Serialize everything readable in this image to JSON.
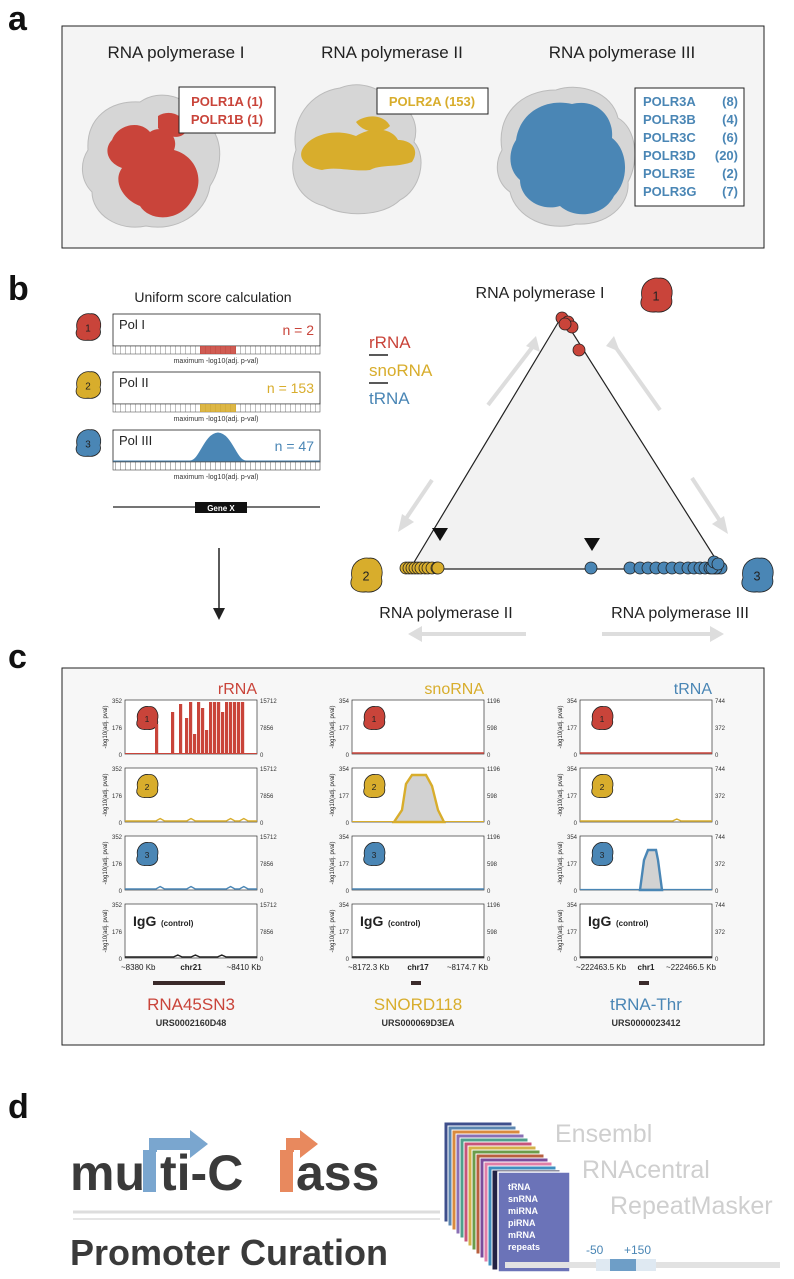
{
  "panel_labels": {
    "a": "a",
    "b": "b",
    "c": "c",
    "d": "d"
  },
  "colors": {
    "pol1": "#c9443a",
    "pol2": "#d8ad2c",
    "pol3": "#4a86b5",
    "grey": "#d9d9d9",
    "dark": "#222222"
  },
  "panel_a": {
    "pol1_title": "RNA polymerase I",
    "pol2_title": "RNA polymerase II",
    "pol3_title": "RNA polymerase III",
    "pol1_subunits": [
      "POLR1A (1)",
      "POLR1B (1)"
    ],
    "pol2_subunits": [
      "POLR2A (153)"
    ],
    "pol3_subunits": [
      {
        "name": "POLR3A",
        "count": "(8)"
      },
      {
        "name": "POLR3B",
        "count": "(4)"
      },
      {
        "name": "POLR3C",
        "count": "(6)"
      },
      {
        "name": "POLR3D",
        "count": "(20)"
      },
      {
        "name": "POLR3E",
        "count": "(2)"
      },
      {
        "name": "POLR3G",
        "count": "(7)"
      }
    ]
  },
  "panel_b": {
    "calc_title": "Uniform score calculation",
    "tracks": [
      {
        "label": "Pol I",
        "n": "n = 2",
        "badge": "1"
      },
      {
        "label": "Pol II",
        "n": "n = 153",
        "badge": "2"
      },
      {
        "label": "Pol III",
        "n": "n = 47",
        "badge": "3"
      }
    ],
    "axis_caption": "maximum -log10(adj. p-val)",
    "gene_label": "Gene X",
    "legend": [
      "rRNA",
      "snoRNA",
      "tRNA"
    ],
    "vertex_top": "RNA polymerase I",
    "vertex_left": "RNA polymerase II",
    "vertex_right": "RNA polymerase III"
  },
  "panel_c": {
    "columns": [
      {
        "title": "rRNA",
        "left_ticks": [
          "352",
          "176",
          "0"
        ],
        "right_ticks": [
          "15712",
          "7856",
          "0"
        ],
        "x_left": "~8380 Kb",
        "chr": "chr21",
        "x_right": "~8410 Kb",
        "gene": "RNA45SN3",
        "urs": "URS0002160D48"
      },
      {
        "title": "snoRNA",
        "left_ticks": [
          "354",
          "177",
          "0"
        ],
        "right_ticks": [
          "1196",
          "598",
          "0"
        ],
        "x_left": "~8172.3 Kb",
        "chr": "chr17",
        "x_right": "~8174.7 Kb",
        "gene": "SNORD118",
        "urs": "URS000069D3EA"
      },
      {
        "title": "tRNA",
        "left_ticks": [
          "354",
          "177",
          "0"
        ],
        "right_ticks": [
          "744",
          "372",
          "0"
        ],
        "x_left": "~222463.5 Kb",
        "chr": "chr1",
        "x_right": "~222466.5 Kb",
        "gene": "tRNA-Thr",
        "urs": "URS0000023412"
      }
    ],
    "ylabel": "-log10(adj. pval)",
    "igg_label": "IgG",
    "igg_sub": "(control)"
  },
  "panel_d": {
    "title_part1": "mu",
    "title_part2": "ti-C",
    "title_part3": "ass",
    "subtitle": "Promoter Curation",
    "card_types": [
      "tRNA",
      "snRNA",
      "miRNA",
      "piRNA",
      "mRNA",
      "repeats"
    ],
    "sources": [
      "Ensembl",
      "RNAcentral",
      "RepeatMasker"
    ],
    "window_left": "-50",
    "window_right": "+150"
  }
}
